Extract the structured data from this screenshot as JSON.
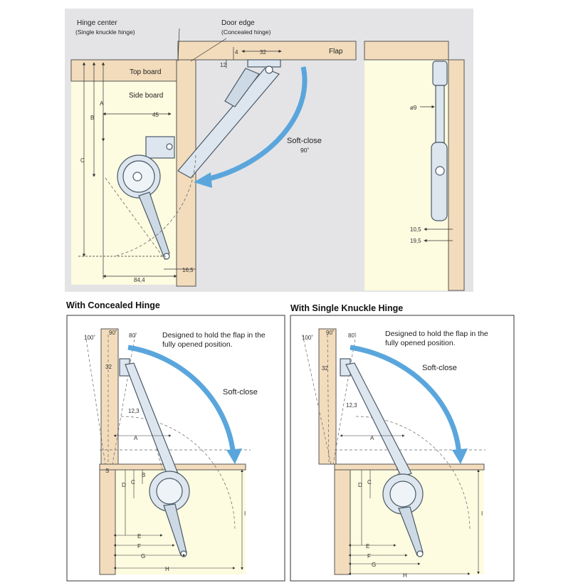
{
  "top": {
    "hinge_center": "Hinge center",
    "hinge_center_sub": "(Single knuckle hinge)",
    "door_edge": "Door edge",
    "door_edge_sub": "(Concealed hinge)",
    "flap": "Flap",
    "top_board": "Top board",
    "side_board": "Side board",
    "soft_close": "Soft-close",
    "soft_close_angle": "90˚",
    "dim_32": "32",
    "dim_4": "4",
    "dim_12": "12",
    "dim_45": "45",
    "dim_84": "84,4",
    "dim_16": "16,5",
    "dim_a": "A",
    "dim_b": "B",
    "dim_c": "C",
    "dim_dia9": "ø9",
    "dim_10_5": "10,5",
    "dim_19_5": "19,5"
  },
  "concealed": {
    "heading": "With Concealed Hinge",
    "note_line1": "Designed to hold the flap in the",
    "note_line2": "fully opened position.",
    "soft_close": "Soft-close",
    "ang_100": "100˚",
    "ang_90": "90˚",
    "ang_80": "80˚",
    "dim_32": "32",
    "dim_12_3": "12,3",
    "A": "A",
    "B": "B",
    "C": "C",
    "D": "D",
    "E": "E",
    "F": "F",
    "G": "G",
    "H": "H",
    "I": "I",
    "S": "S"
  },
  "knuckle": {
    "heading": "With Single Knuckle Hinge",
    "note_line1": "Designed to hold the flap in the",
    "note_line2": "fully opened position.",
    "soft_close": "Soft-close",
    "ang_100": "100˚",
    "ang_90": "90˚",
    "ang_80": "80˚",
    "dim_32": "32",
    "dim_12_3": "12,3",
    "A": "A",
    "C": "C",
    "D": "D",
    "E": "E",
    "F": "F",
    "G": "G",
    "H": "H",
    "I": "I"
  },
  "colors": {
    "wood": "#f2dcbc",
    "panel_bg": "#fdfbe0",
    "gray_bg": "#e4e4e6",
    "arrow_blue": "#5aa6dc",
    "metal": "#dde6ee"
  }
}
